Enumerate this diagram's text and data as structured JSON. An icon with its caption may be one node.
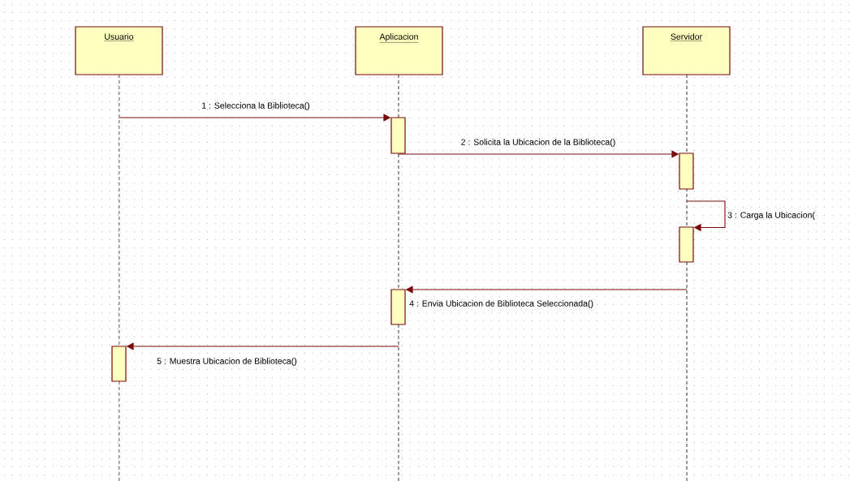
{
  "diagram": {
    "nodes": [
      {
        "text": [
          "Usuario"
        ]
      },
      {
        "text": [
          "Aplicacion"
        ]
      },
      {
        "text": [
          "Servidor"
        ]
      },
      {
        "text": [],
        "shape": "bar"
      },
      {
        "text": [],
        "shape": "bar"
      },
      {
        "text": [],
        "shape": "bar"
      },
      {
        "text": [],
        "shape": "bar"
      },
      {
        "text": [],
        "shape": "bar"
      }
    ],
    "edges": [
      {
        "from": null,
        "to": 3,
        "arrow": "to",
        "label": "1 : Selecciona la Biblioteca()"
      },
      {
        "from": 3,
        "to": 4,
        "arrow": "to",
        "label": "2 : Solicita la Ubicacion de la Biblioteca()"
      },
      {
        "from": null,
        "to": 5,
        "arrow": "to",
        "label": "3 : Carga la Ubicacion("
      },
      {
        "from": null,
        "to": 6,
        "arrow": "to",
        "label": "4 : Envia Ubicacion de Biblioteca Seleccionada()"
      },
      {
        "from": null,
        "to": 7,
        "arrow": "to",
        "label": "5 : Muestra Ubicacion de Biblioteca()"
      }
    ]
  }
}
